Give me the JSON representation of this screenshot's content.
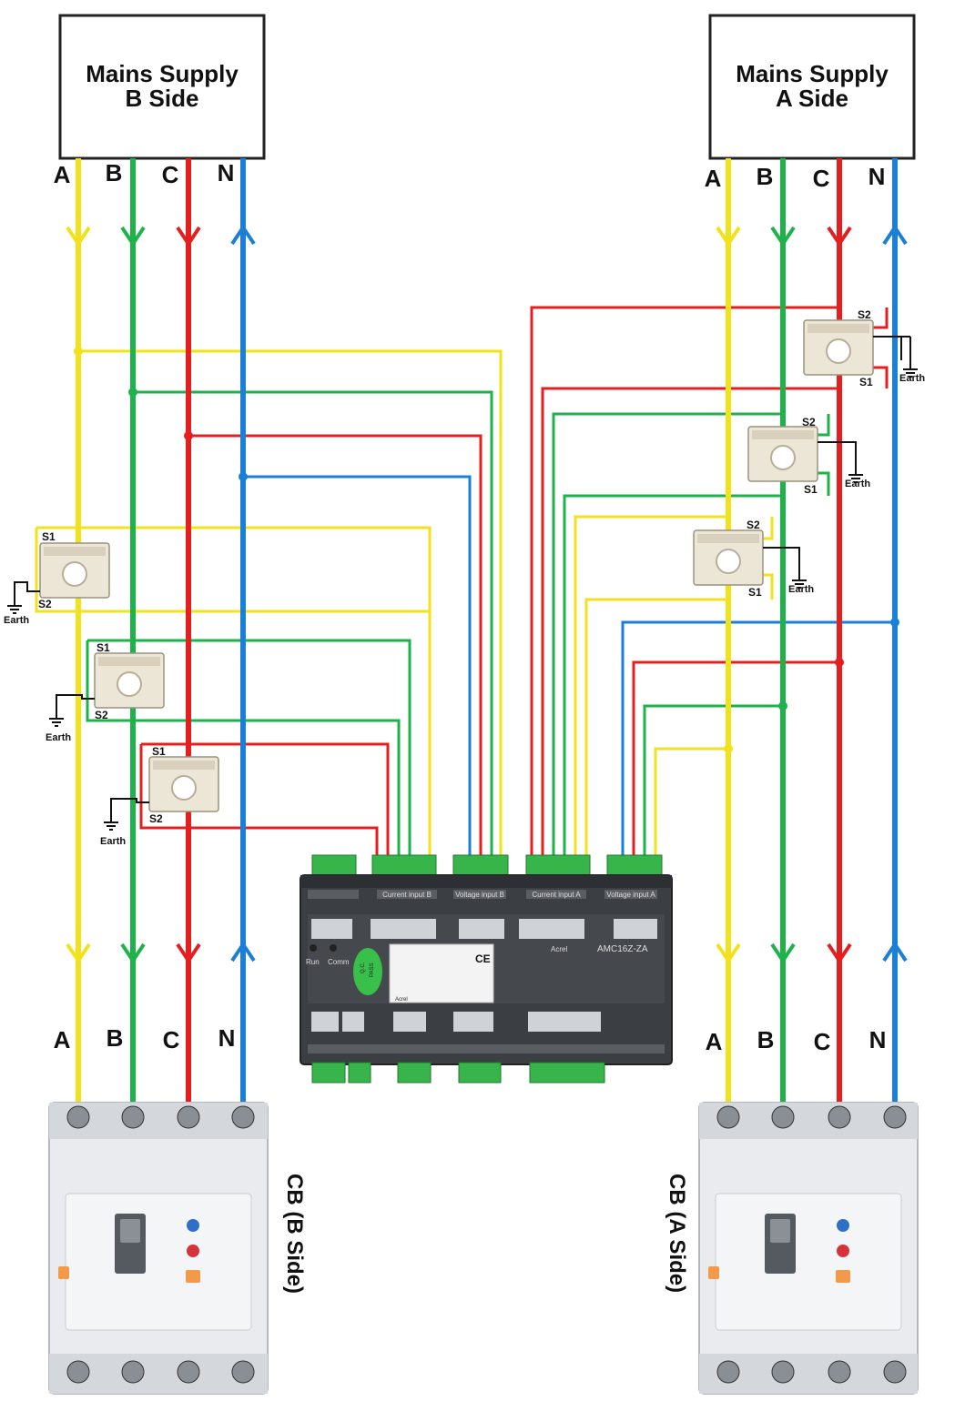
{
  "supply_b": {
    "line1": "Mains Supply",
    "line2": "B Side"
  },
  "supply_a": {
    "line1": "Mains Supply",
    "line2": "A Side"
  },
  "phases": [
    "A",
    "B",
    "C",
    "N"
  ],
  "ct_labels": {
    "s1": "S1",
    "s2": "S2",
    "earth": "Earth"
  },
  "breaker_b_label": "CB (B Side)",
  "breaker_a_label": "CB (A Side)",
  "device": {
    "model": "AMC16Z-ZA",
    "brand": "Acrel",
    "qc_line1": "Q.C.",
    "qc_line2": "PASS",
    "run_label": "Run",
    "comm_label": "Comm",
    "ce_mark": "CE",
    "module_labels": [
      "Current input B",
      "Voltage input B",
      "Current input A",
      "Voltage input A"
    ]
  },
  "colors": {
    "phase_a": "#f2e21c",
    "phase_b": "#1db34a",
    "phase_c": "#e3201f",
    "neutral": "#1b7fd6"
  }
}
